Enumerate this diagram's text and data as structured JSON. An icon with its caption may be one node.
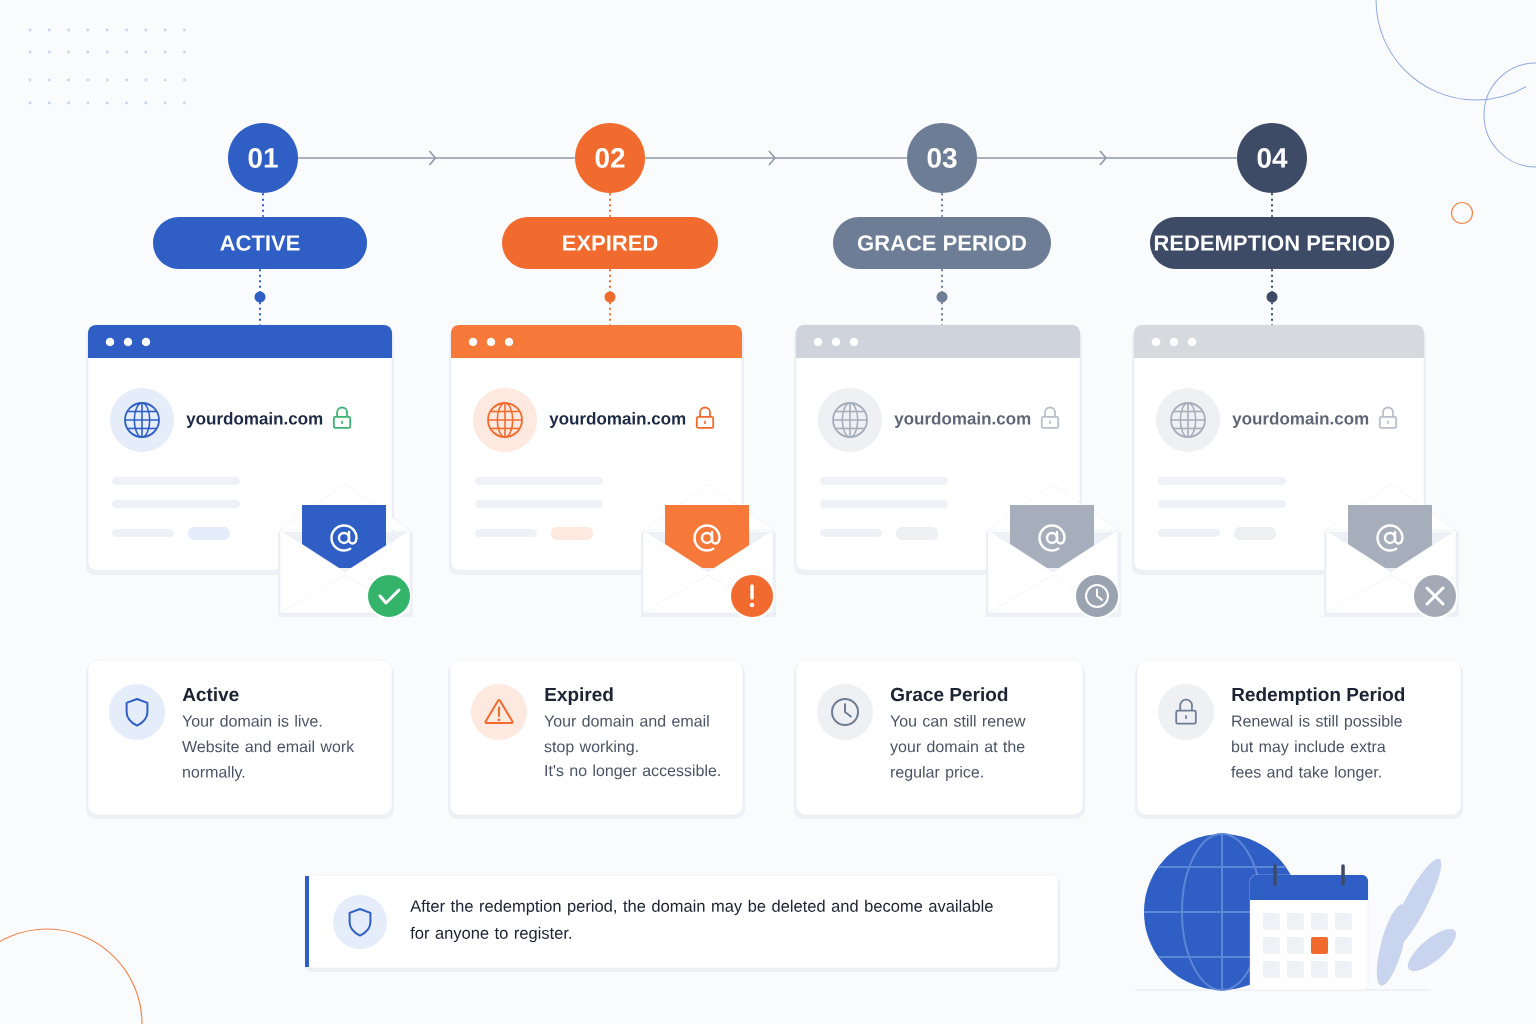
{
  "diagram": {
    "nodes": [
      {
        "text": [
          "01"
        ]
      },
      {
        "text": [
          "02"
        ]
      },
      {
        "text": [
          "03"
        ]
      },
      {
        "text": [
          "04"
        ]
      },
      {
        "text": [
          "ACTIVE"
        ]
      },
      {
        "text": [
          "EXPIRED"
        ]
      },
      {
        "text": [
          "GRACE PERIOD"
        ]
      },
      {
        "text": [
          "REDEMPTION PERIOD"
        ]
      },
      {
        "text": [
          "yourdomain.com"
        ]
      },
      {
        "text": [
          "yourdomain.com"
        ]
      },
      {
        "text": [
          "yourdomain.com"
        ]
      },
      {
        "text": [
          "yourdomain.com"
        ]
      },
      {
        "text": [
          "Active",
          "Your domain is live. Website and email work normally."
        ]
      },
      {
        "text": [
          "Expired",
          "Your domain and email stop working.",
          "It's no longer accessible."
        ]
      },
      {
        "text": [
          "Grace Period",
          "You can still renew your domain at the regular price."
        ]
      },
      {
        "text": [
          "Redemption Period",
          "Renewal is still possible but may include extra fees and take longer."
        ]
      },
      {
        "text": [
          "After the redemption period, the domain may be deleted and become available for anyone to register."
        ]
      }
    ],
    "edges": [
      {
        "from": 0,
        "to": 1,
        "arrow": "to"
      },
      {
        "from": 1,
        "to": 2,
        "arrow": "to"
      },
      {
        "from": 2,
        "to": 3,
        "arrow": "to"
      },
      {
        "from": 0,
        "to": 4,
        "arrow": "none",
        "style": "dashed",
        "color": "#2f5fc4"
      },
      {
        "from": 1,
        "to": 5,
        "arrow": "none",
        "style": "dashed",
        "color": "#f26b2e"
      },
      {
        "from": 2,
        "to": 6,
        "arrow": "none",
        "style": "dashed",
        "color": "#6e7d96"
      },
      {
        "from": 3,
        "to": 7,
        "arrow": "none",
        "style": "dashed",
        "color": "#3d4b66"
      },
      {
        "from": 4,
        "to": 8,
        "arrow": "none",
        "style": "dashed",
        "color": "#2f5fc4"
      },
      {
        "from": 5,
        "to": 9,
        "arrow": "none",
        "style": "dashed",
        "color": "#f26b2e"
      },
      {
        "from": 6,
        "to": 10,
        "arrow": "none",
        "style": "dashed",
        "color": "#6e7d96"
      },
      {
        "from": 7,
        "to": 11,
        "arrow": "none",
        "style": "dashed",
        "color": "#3d4b66"
      }
    ]
  }
}
